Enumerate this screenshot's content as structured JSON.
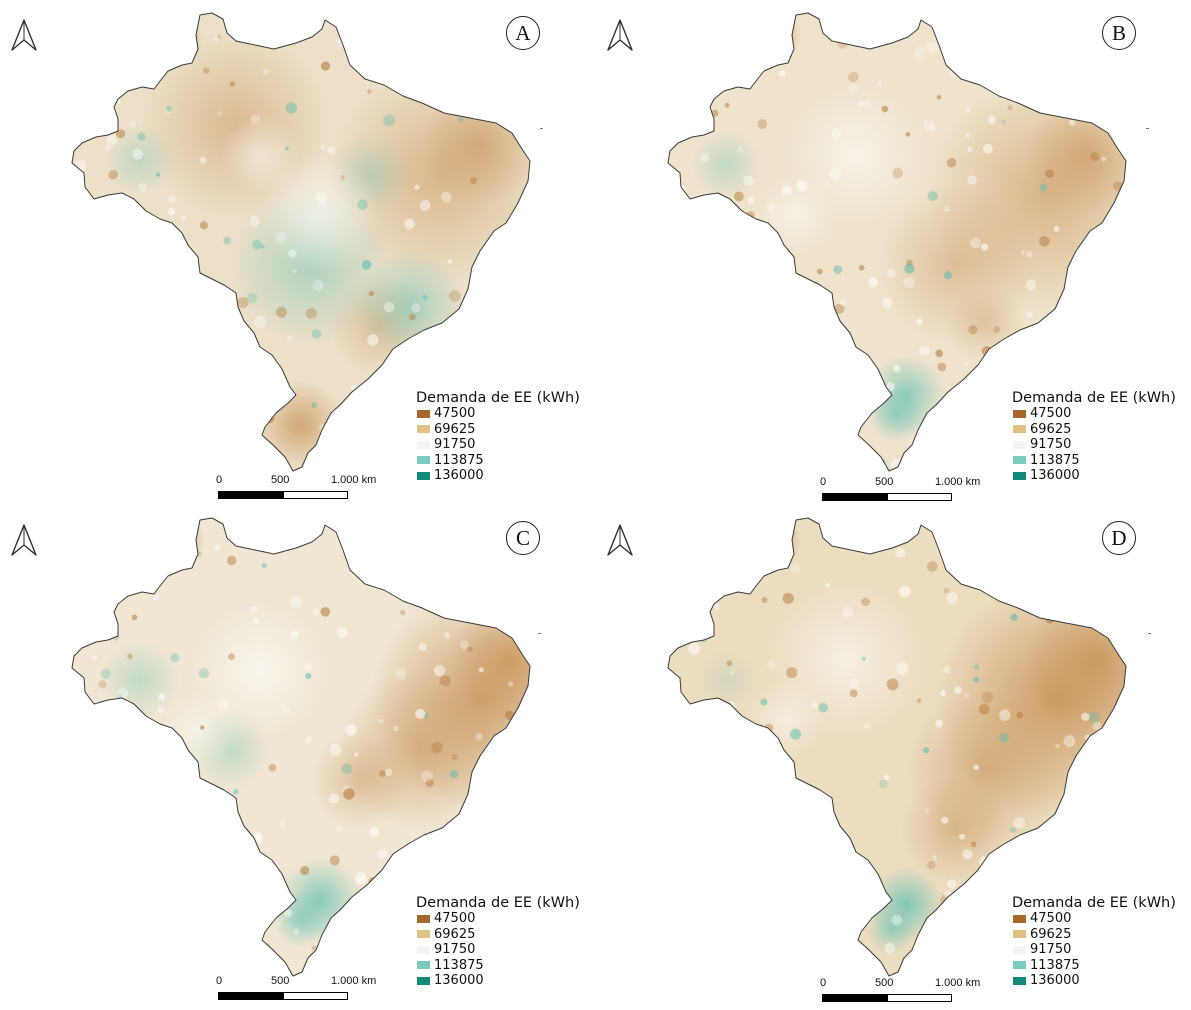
{
  "figure": {
    "panels": [
      {
        "id": "A",
        "label": "A"
      },
      {
        "id": "B",
        "label": "B"
      },
      {
        "id": "C",
        "label": "C"
      },
      {
        "id": "D",
        "label": "D"
      }
    ],
    "legend": {
      "title": "Demanda de EE (kWh)",
      "entries": [
        {
          "value": "47500",
          "color": "#a8672a"
        },
        {
          "value": "69625",
          "color": "#dfc183"
        },
        {
          "value": "91750",
          "color": "#f4f4f2"
        },
        {
          "value": "113875",
          "color": "#7ccbbf"
        },
        {
          "value": "136000",
          "color": "#128a7b"
        }
      ]
    },
    "scale_bar": {
      "labels": [
        "0",
        "500",
        "1.000 km"
      ]
    },
    "icons": {
      "north_arrow": "north-arrow-icon"
    },
    "colors": {
      "low": "#a8672a",
      "mid": "#f4f4f2",
      "high": "#128a7b",
      "border": "#3a3a3a"
    }
  }
}
